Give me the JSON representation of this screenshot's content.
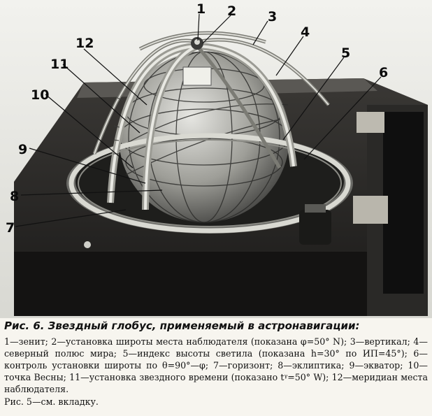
{
  "figure": {
    "callouts": [
      "1",
      "2",
      "3",
      "4",
      "5",
      "6",
      "7",
      "8",
      "9",
      "10",
      "11",
      "12"
    ],
    "photo_subject": "star-globe-photo"
  },
  "caption": {
    "title": "Рис. 6. Звездный глобус, применяемый в астронавигации:",
    "body": "1—зенит; 2—установка широты места наблюдателя (показана φ=50° N); 3—вертикал; 4—северный полюс мира; 5—индекс высоты светила (показана h=30° по ИП=45°); 6—контроль установки широты по θ=90°—φ; 7—горизонт; 8—эклиптика; 9—экватор; 10—точка Весны; 11—установка звездного времени (показано tᵞ=50° W); 12—меридиан места наблюдателя.",
    "reference": "Рис. 5—см. вкладку."
  }
}
